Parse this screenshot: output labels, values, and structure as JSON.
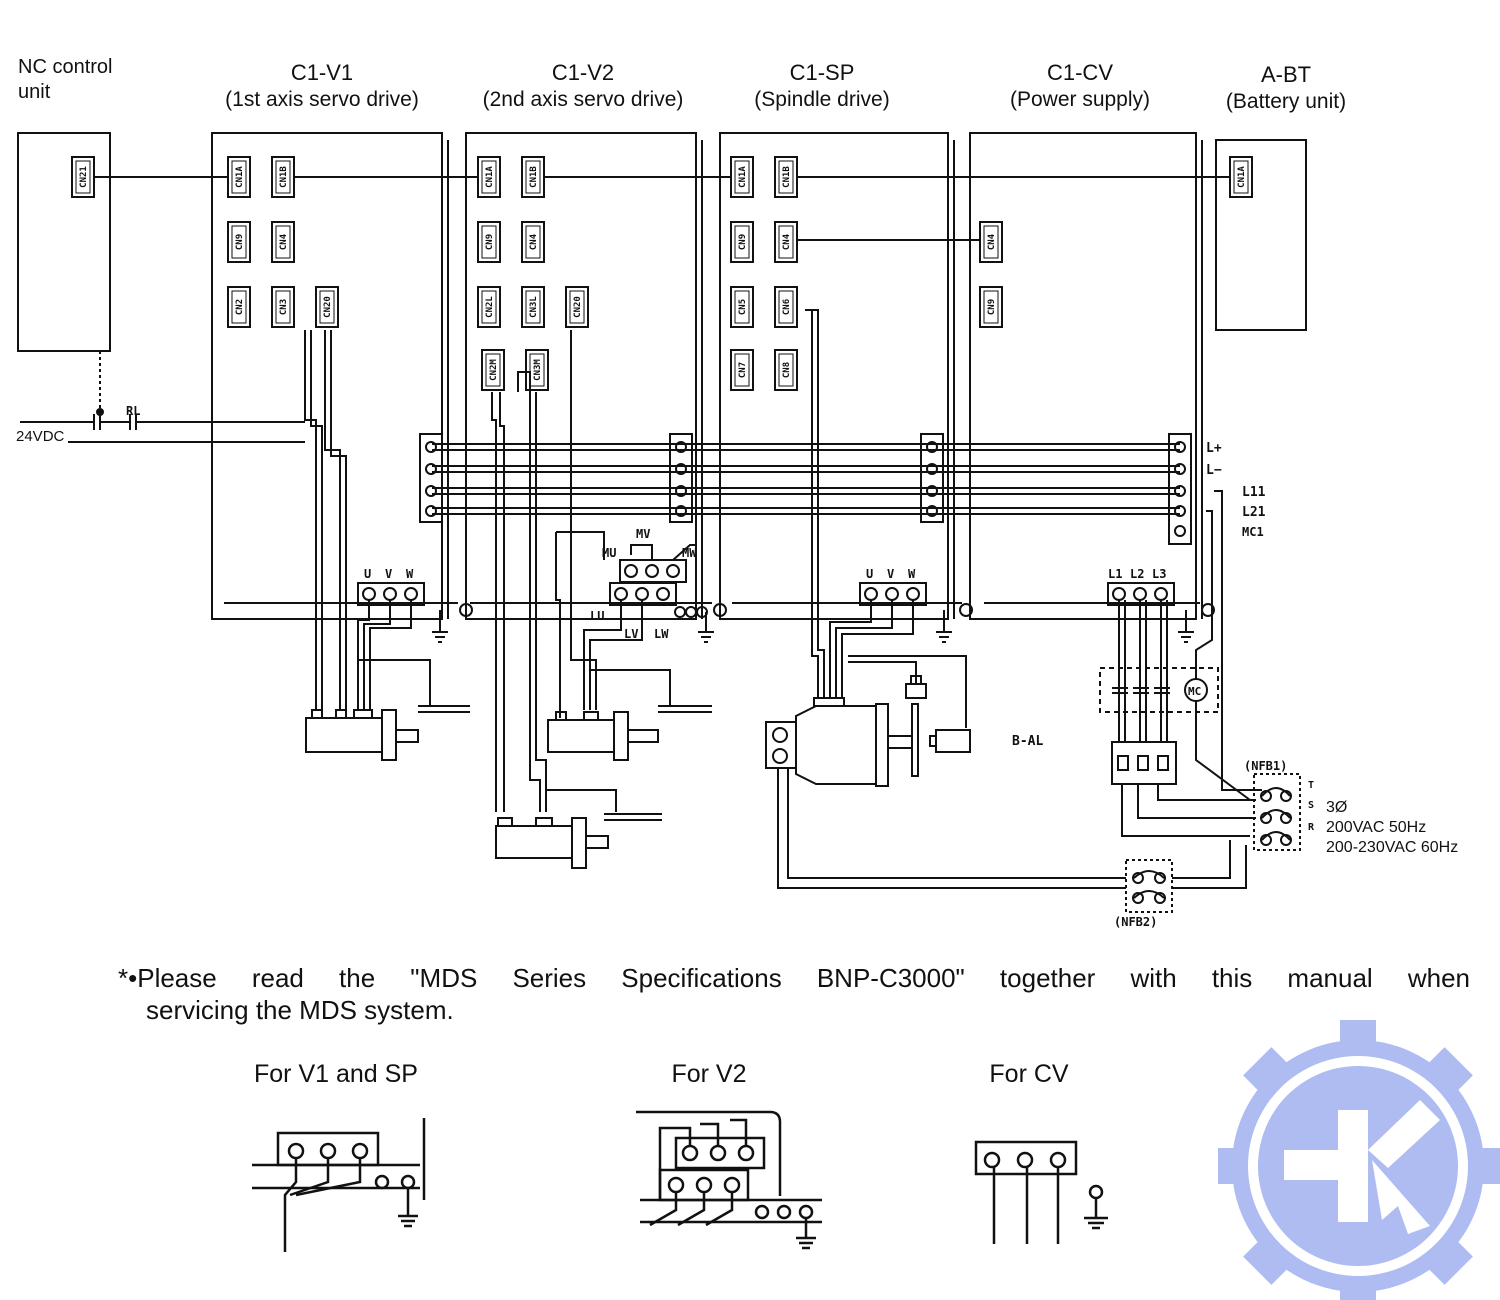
{
  "units": {
    "nc": {
      "line1": "NC control",
      "line2": "unit",
      "connector": "CN21"
    },
    "v1": {
      "title": "C1-V1",
      "subtitle": "(1st axis servo drive)"
    },
    "v2": {
      "title": "C1-V2",
      "subtitle": "(2nd axis servo drive)"
    },
    "sp": {
      "title": "C1-SP",
      "subtitle": "(Spindle drive)"
    },
    "cv": {
      "title": "C1-CV",
      "subtitle": "(Power supply)"
    },
    "bt": {
      "title": "A-BT",
      "subtitle": "(Battery unit)",
      "connector": "CN1A"
    }
  },
  "connectors": {
    "v1": [
      "CN1A",
      "CN1B",
      "CN9",
      "CN4",
      "CN2",
      "CN3",
      "CN20"
    ],
    "v2": [
      "CN1A",
      "CN1B",
      "CN9",
      "CN4",
      "CN2L",
      "CN3L",
      "CN20",
      "CN2M",
      "CN3M"
    ],
    "sp": [
      "CN1A",
      "CN1B",
      "CN9",
      "CN4",
      "CN5",
      "CN6",
      "CN7",
      "CN8"
    ],
    "cv": [
      "CN4",
      "CN9"
    ]
  },
  "labels": {
    "supply_24v": "24VDC",
    "relay": "RL",
    "bus": [
      "L+",
      "L−",
      "L11",
      "L21",
      "MC1"
    ],
    "uvw": [
      "U",
      "V",
      "W"
    ],
    "v2_terminals": {
      "mv": "MV",
      "mu": "MU",
      "mw": "MW",
      "lu": "LU",
      "lv": "LV",
      "lw": "LW"
    },
    "cv_terminals": [
      "L1",
      "L2",
      "L3"
    ],
    "mc": "MC",
    "bal": "B-AL",
    "nfb1": "(NFB1)",
    "nfb2": "(NFB2)",
    "phase_terms": [
      "T",
      "S",
      "R"
    ],
    "supply_lines": [
      "3Ø",
      "200VAC 50Hz",
      "200-230VAC 60Hz"
    ]
  },
  "note": {
    "line1": "*•Please read the \"MDS Series Specifications BNP-C3000\" together with this manual when",
    "line2": "servicing the MDS system."
  },
  "details": {
    "v1sp": "For V1 and SP",
    "v2": "For V2",
    "cv": "For CV"
  },
  "colors": {
    "ink": "#111111",
    "logo": "#aebcf2",
    "logo_dark": "#8fa2e6"
  }
}
